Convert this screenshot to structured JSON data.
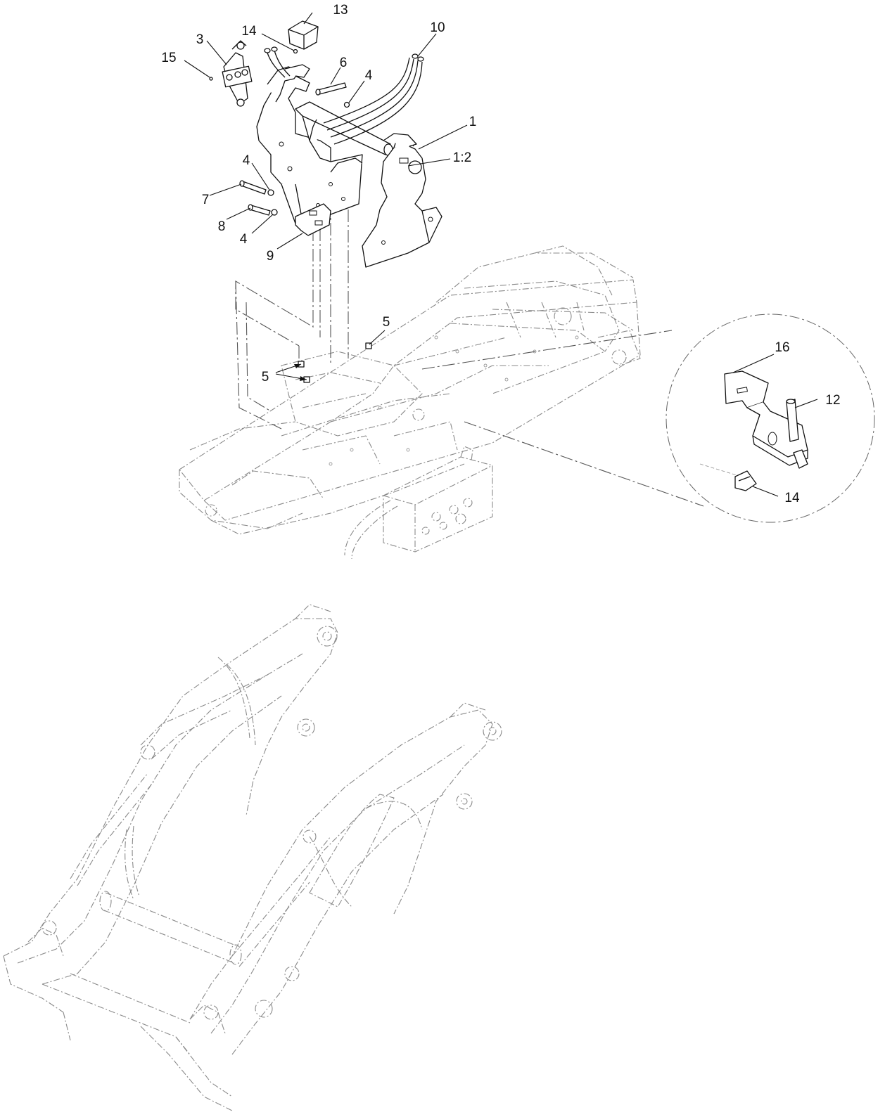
{
  "callouts": {
    "c1": "1",
    "c1_2": "1:2",
    "c3": "3",
    "c4_top": "4",
    "c4_mid": "4",
    "c4_low": "4",
    "c5_a": "5",
    "c5_b": "5",
    "c6": "6",
    "c7": "7",
    "c8": "8",
    "c9": "9",
    "c10": "10",
    "c12": "12",
    "c13": "13",
    "c14_top": "14",
    "c14_detail": "14",
    "c15": "15",
    "c16": "16"
  },
  "colors": {
    "line": "#111111",
    "ghost": "#8a8a8a",
    "background": "#ffffff"
  }
}
